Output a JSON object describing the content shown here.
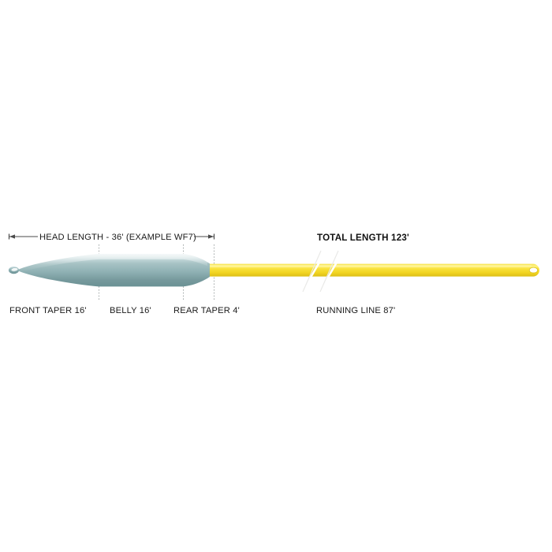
{
  "diagram": {
    "title": "Fly Line Taper Profile Diagram",
    "background_color": "#ffffff",
    "head": {
      "dimension_label": "HEAD LENGTH - 36' (EXAMPLE WF7)",
      "length_value": "36'",
      "example_designation": "EXAMPLE WF7"
    },
    "total": {
      "label": "TOTAL LENGTH  123'",
      "name": "TOTAL LENGTH",
      "value": "123'"
    },
    "sections": [
      {
        "key": "front_taper",
        "label": "FRONT TAPER  16'",
        "name": "FRONT TAPER",
        "value": "16'",
        "color": "#89adb0"
      },
      {
        "key": "belly",
        "label": "BELLY  16'",
        "name": "BELLY",
        "value": "16'",
        "color": "#89adb0"
      },
      {
        "key": "rear_taper",
        "label": "REAR TAPER  4'",
        "name": "REAR TAPER",
        "value": "4'",
        "color": "#89adb0"
      },
      {
        "key": "running_line",
        "label": "RUNNING LINE  87'",
        "name": "RUNNING LINE",
        "value": "87'",
        "color": "#f2d92b"
      }
    ],
    "colors": {
      "head_light": "#cfe0e2",
      "head_mid": "#8fb1b4",
      "head_dark": "#6b9295",
      "running_light": "#fff27a",
      "running_mid": "#f5dc2c",
      "running_dark": "#e0c21d",
      "text": "#1b1b1b",
      "dimension_rule": "#4a4a4a",
      "divider": "#9aa0a0"
    },
    "markers": {
      "break_marks": "line-break-slashes",
      "tip_loop": "welded-loop",
      "butt_loop": "welded-loop"
    }
  }
}
